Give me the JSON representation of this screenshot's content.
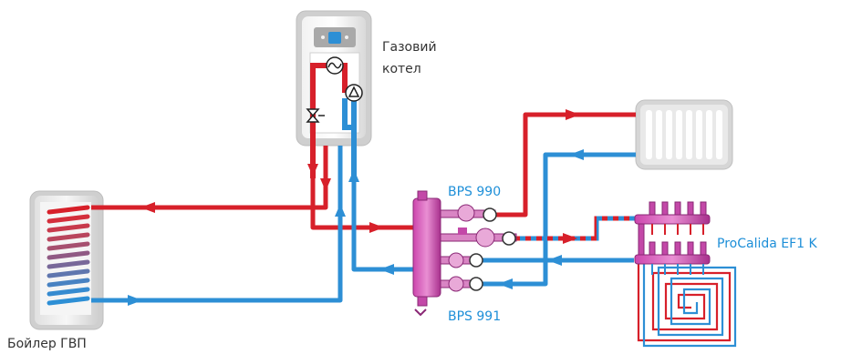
{
  "labels": {
    "boiler_line1": "Газовий",
    "boiler_line2": "котел",
    "tank": "Бойлер ГВП",
    "bps990": "BPS 990",
    "bps991": "BPS 991",
    "procalida": "ProCalida EF1 K"
  },
  "colors": {
    "supply": "#d7202a",
    "return": "#2d8fd5",
    "label_blue": "#1e8fd8",
    "label_dark": "#333333",
    "manifold": "#b7369a"
  }
}
